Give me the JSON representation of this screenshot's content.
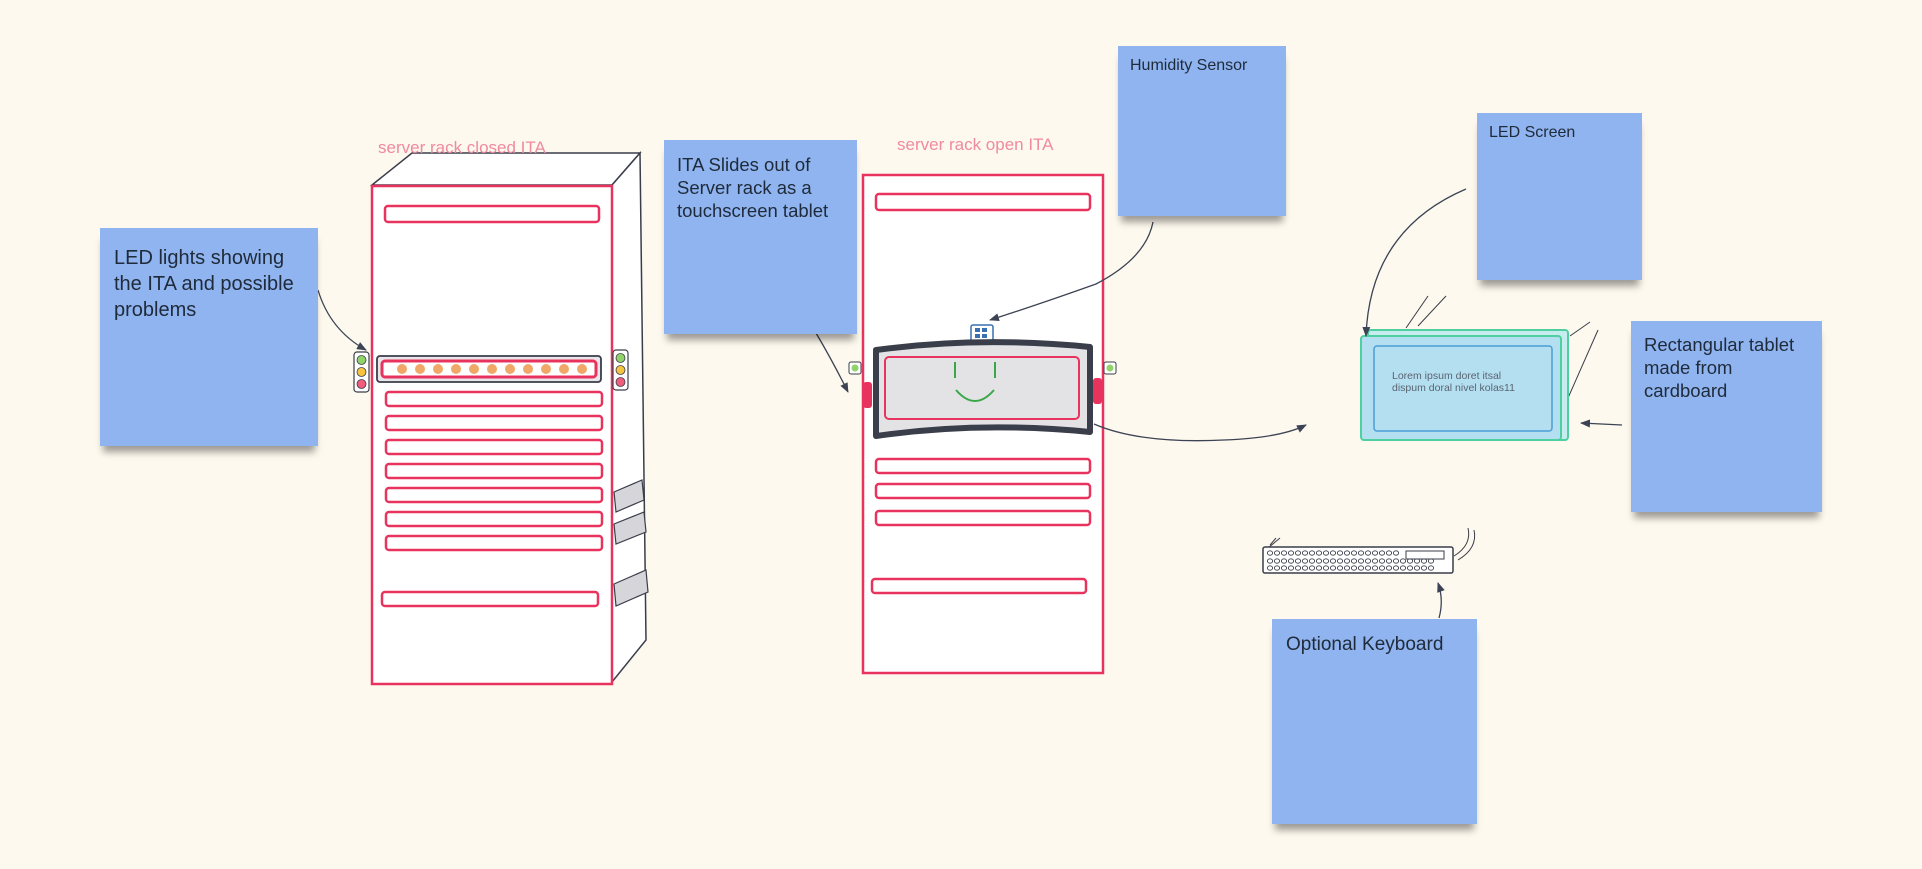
{
  "notes": {
    "led_lights": "LED lights showing the ITA and possible problems",
    "ita_slides": "ITA Slides out of Server rack as a touchscreen tablet",
    "humidity": "Humidity Sensor",
    "led_screen": "LED Screen",
    "tablet": "Rectangular tablet made from cardboard",
    "keyboard": "Optional Keyboard"
  },
  "labels": {
    "rack_closed": "server rack closed ITA",
    "rack_open": "server rack open ITA"
  },
  "screen_text": {
    "line1": "Lorem ipsum doret itsal",
    "line2": "dispum doral nivel kolas11"
  },
  "colors": {
    "background": "#fdf9ee",
    "sticky_note": "#8fb4ef",
    "rack_outline": "#e8335e",
    "led_amber": "#f0a868",
    "tablet_screen": "#b4dff1",
    "tablet_frame": "#4ecfa0"
  }
}
